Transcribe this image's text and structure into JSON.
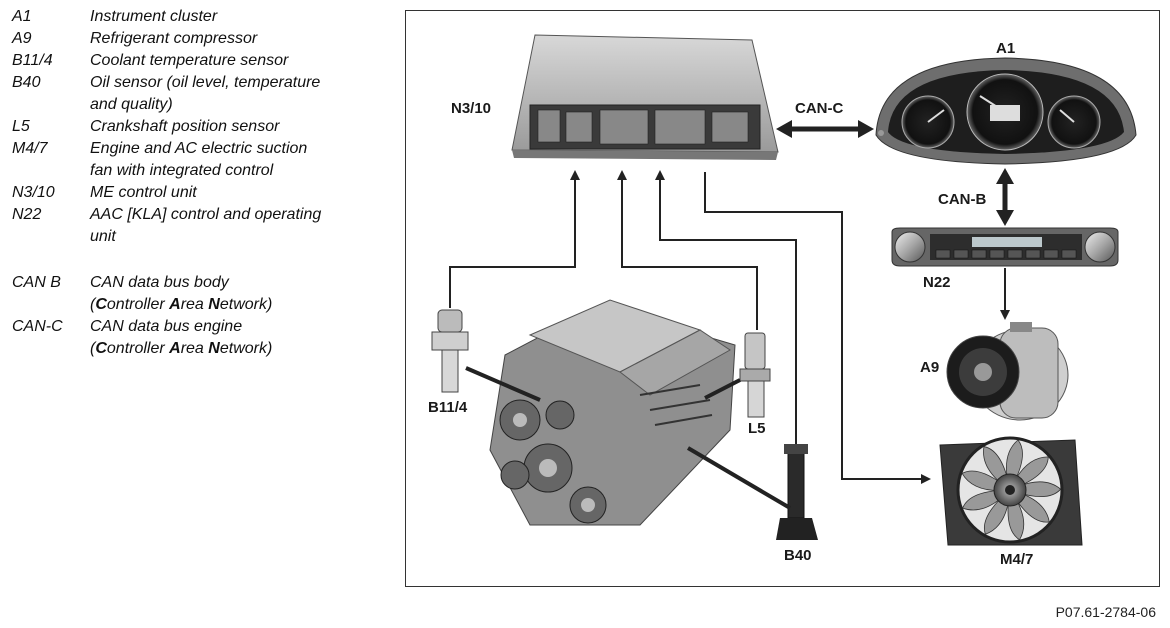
{
  "legend": [
    {
      "code": "A1",
      "lines": [
        "Instrument cluster"
      ]
    },
    {
      "code": "A9",
      "lines": [
        "Refrigerant compressor"
      ]
    },
    {
      "code": "B11/4",
      "lines": [
        "Coolant temperature sensor"
      ]
    },
    {
      "code": "B40",
      "lines": [
        "Oil sensor (oil level, temperature",
        "and quality)"
      ]
    },
    {
      "code": "L5",
      "lines": [
        "Crankshaft position sensor"
      ]
    },
    {
      "code": "M4/7",
      "lines": [
        "Engine and AC electric suction",
        "fan with integrated control"
      ]
    },
    {
      "code": "N3/10",
      "lines": [
        "ME control unit"
      ]
    },
    {
      "code": "N22",
      "lines": [
        "AAC [KLA] control and operating",
        "unit"
      ]
    }
  ],
  "legend_bus": [
    {
      "code": "CAN B",
      "line1": "CAN data bus body",
      "line2_parts": [
        [
          "C",
          true
        ],
        [
          "ontroller ",
          false
        ],
        [
          "A",
          true
        ],
        [
          "rea ",
          false
        ],
        [
          "N",
          true
        ],
        [
          "etwork)",
          false
        ]
      ]
    },
    {
      "code": "CAN-C",
      "line1": "CAN data bus engine",
      "line2_parts": [
        [
          "C",
          true
        ],
        [
          "ontroller ",
          false
        ],
        [
          "A",
          true
        ],
        [
          "rea ",
          false
        ],
        [
          "N",
          true
        ],
        [
          "etwork)",
          false
        ]
      ]
    }
  ],
  "diagram": {
    "labels": {
      "n3_10": "N3/10",
      "a1": "A1",
      "can_c": "CAN-C",
      "can_b": "CAN-B",
      "n22": "N22",
      "a9": "A9",
      "b11_4": "B11/4",
      "l5": "L5",
      "b40": "B40",
      "m4_7": "M4/7"
    }
  },
  "reference_code": "P07.61-2784-06"
}
